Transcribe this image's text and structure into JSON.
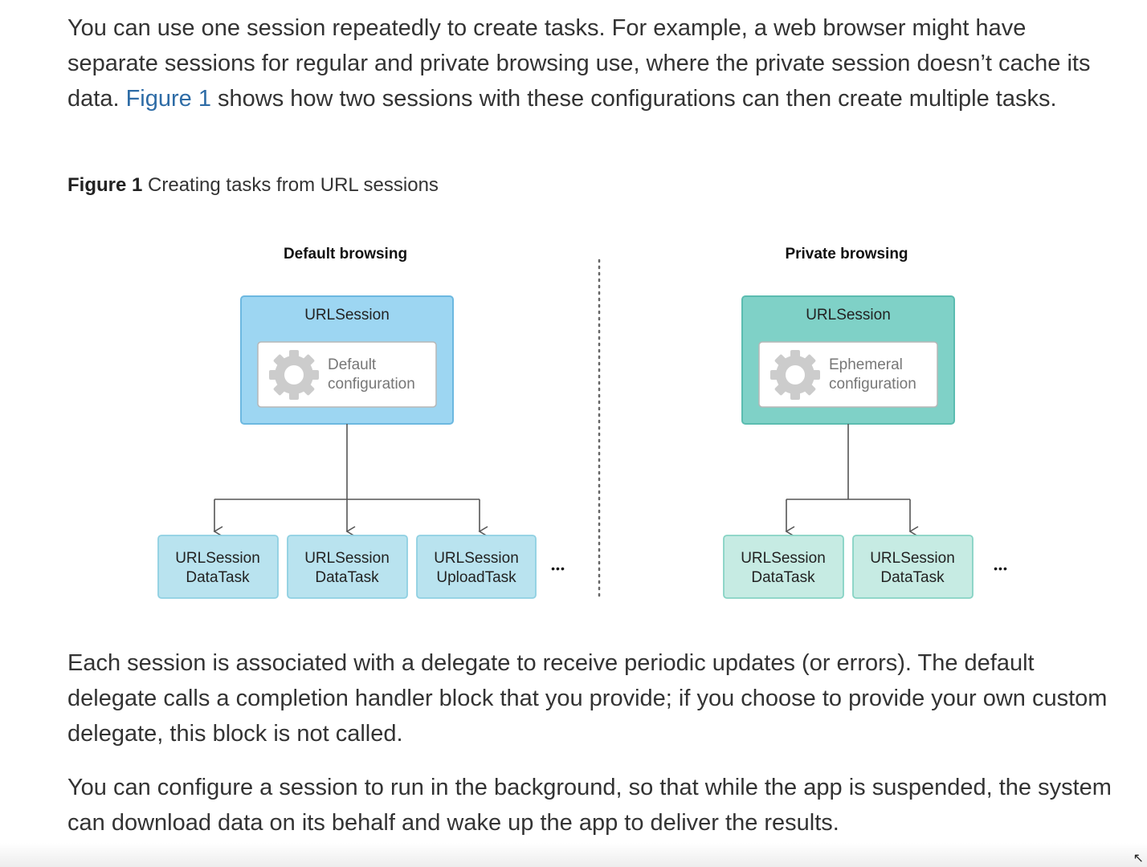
{
  "paragraphs": {
    "p1_before": "You can use one session repeatedly to create tasks. For example, a web browser might have separate sessions for regular and private browsing use, where the private session doesn’t cache its data. ",
    "p1_link": "Figure 1",
    "p1_after": " shows how two sessions with these configurations can then create multiple tasks.",
    "p2": "Each session is associated with a delegate to receive periodic updates (or errors). The default delegate calls a completion handler block that you provide; if you choose to provide your own custom delegate, this block is not called.",
    "p3": "You can configure a session to run in the background, so that while the app is suspended, the system can download data on its behalf and wake up the app to deliver the results."
  },
  "caption": {
    "label": "Figure 1",
    "text": "Creating tasks from URL sessions"
  },
  "figure": {
    "left": {
      "heading": "Default browsing",
      "session_label": "URLSession",
      "config_line1": "Default",
      "config_line2": "configuration",
      "tasks": [
        {
          "line1": "URLSession",
          "line2": "DataTask"
        },
        {
          "line1": "URLSession",
          "line2": "DataTask"
        },
        {
          "line1": "URLSession",
          "line2": "UploadTask"
        }
      ],
      "ellipsis": "•••"
    },
    "right": {
      "heading": "Private browsing",
      "session_label": "URLSession",
      "config_line1": "Ephemeral",
      "config_line2": "configuration",
      "tasks": [
        {
          "line1": "URLSession",
          "line2": "DataTask"
        },
        {
          "line1": "URLSession",
          "line2": "DataTask"
        }
      ],
      "ellipsis": "•••"
    },
    "colors": {
      "default_session_fill": "#9dd6f2",
      "default_session_stroke": "#6cb8e0",
      "default_task_fill": "#b9e3ef",
      "default_task_stroke": "#8fd0e2",
      "private_session_fill": "#7fd1c7",
      "private_session_stroke": "#5bbcb0",
      "private_task_fill": "#c6ebe3",
      "private_task_stroke": "#86d3c4",
      "gear": "#cccccc",
      "connector": "#555555"
    }
  },
  "link_color": "#2e6ca6"
}
